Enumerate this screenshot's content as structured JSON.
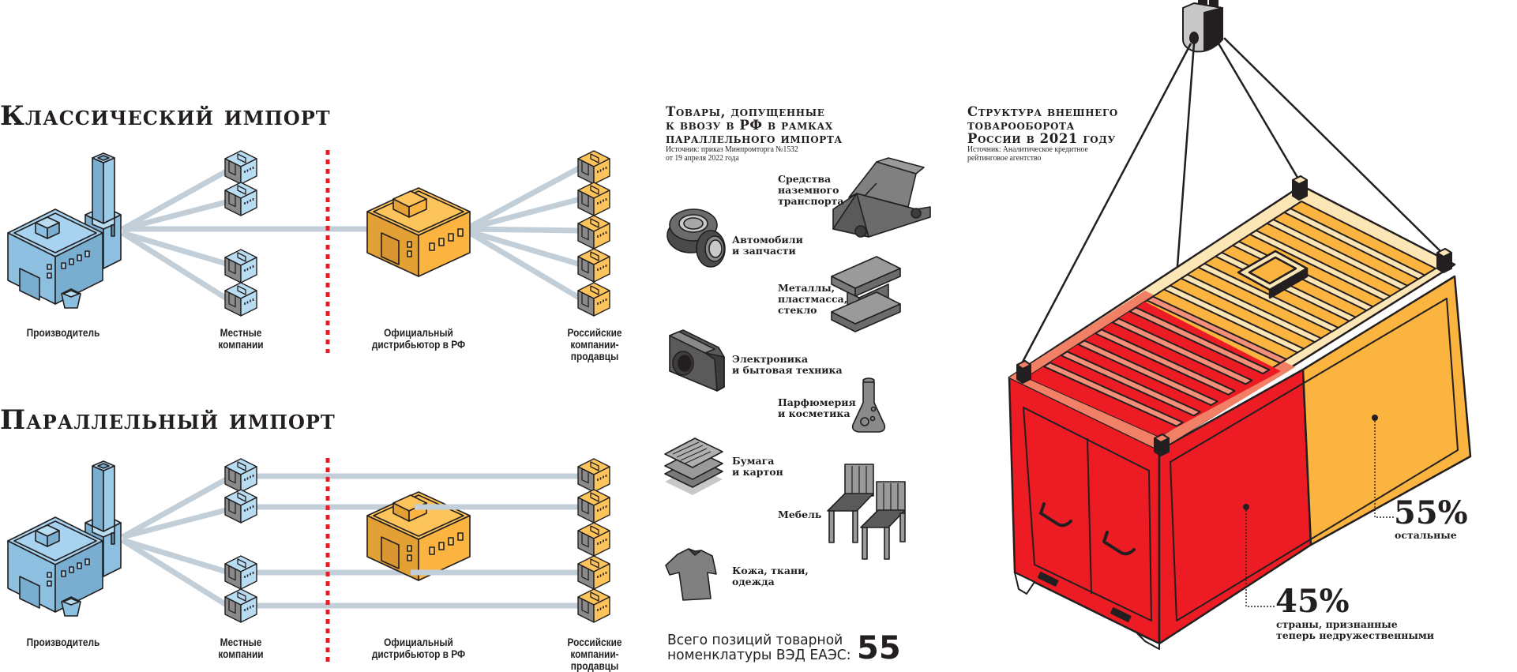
{
  "classic": {
    "title": "Классический импорт",
    "labels": {
      "producer": "Производитель",
      "local": "Местные компании",
      "distributor": "Официальный дистрибьютор в РФ",
      "sellers": "Российские компании-продавцы"
    }
  },
  "parallel": {
    "title": "Параллельный импорт",
    "labels": {
      "producer": "Производитель",
      "local": "Местные компании",
      "distributor": "Официальный дистрибьютор в РФ",
      "sellers": "Российские компании-продавцы"
    }
  },
  "goods": {
    "title_line1": "Товары, допущенные",
    "title_line2": "к ввозу в РФ в рамках",
    "title_line3": "параллельного импорта",
    "source_line1": "Источник: приказ Минпромторга №1532",
    "source_line2": "от 19 апреля 2022 года",
    "items": [
      {
        "line1": "Средства",
        "line2": "наземного",
        "line3": "транспорта",
        "icon": "car-icon"
      },
      {
        "line1": "Автомобили",
        "line2": "и запчасти",
        "icon": "tires-icon"
      },
      {
        "line1": "Металлы,",
        "line2": "пластмасса,",
        "line3": "стекло",
        "icon": "ibeam-icon"
      },
      {
        "line1": "Электроника",
        "line2": "и бытовая техника",
        "icon": "camera-icon"
      },
      {
        "line1": "Парфюмерия",
        "line2": "и косметика",
        "icon": "flask-icon"
      },
      {
        "line1": "Бумага",
        "line2": "и картон",
        "icon": "paper-stack-icon"
      },
      {
        "line1": "Мебель",
        "icon": "chairs-icon"
      },
      {
        "line1": "Кожа, ткани,",
        "line2": "одежда",
        "icon": "tshirt-icon"
      }
    ],
    "total_line1": "Всего позиций товарной",
    "total_line2": "номенклатуры ВЭД ЕАЭС:",
    "total_value": "55"
  },
  "trade": {
    "title_line1": "Структура внешнего",
    "title_line2": "товарооборота",
    "title_line3": "России в 2021 году",
    "source_line1": "Источник: Аналитическое кредитное",
    "source_line2": "рейтинговое агентство",
    "chart_data": {
      "type": "pie",
      "title": "Структура внешнего товарооборота России в 2021 году",
      "categories": [
        "страны, признанные теперь недружественными",
        "остальные"
      ],
      "values": [
        45,
        55
      ],
      "unit": "%"
    },
    "unfriendly": {
      "value": "45%",
      "caption_line1": "страны, признанные",
      "caption_line2": "теперь недружественными"
    },
    "others": {
      "value": "55%",
      "caption": "остальные"
    }
  },
  "colors": {
    "blue": "#8dc0e0",
    "blue_dark": "#6a9ec2",
    "orange": "#fbb43f",
    "orange_dark": "#e09a2a",
    "red": "#ed1c24",
    "line_gray": "#c3cfd8",
    "ink": "#231f20"
  }
}
